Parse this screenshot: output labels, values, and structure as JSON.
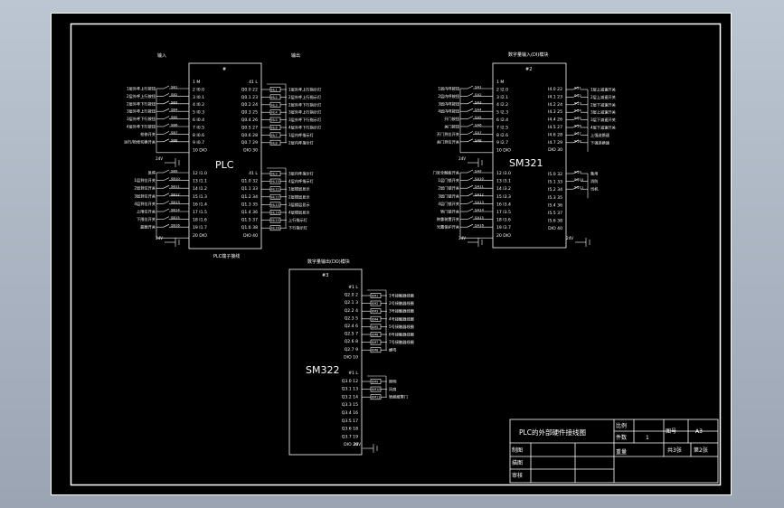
{
  "plc": {
    "header_left": "输入",
    "header_right": "输出",
    "module_id": "#",
    "name": "PLC",
    "footer": "PLC端子接线",
    "left_pins": [
      "1 M",
      "2 I0.0",
      "3 I0.1",
      "4 I0.2",
      "5 I0.3",
      "6 I0.4",
      "7 I0.5",
      "8 I0.6",
      "9 I0.7",
      "10 DIO",
      "12 I1.0",
      "13 I1.1",
      "14 I1.2",
      "15 I1.3",
      "16 I1.4",
      "17 I1.5",
      "18 I1.6",
      "19 I1.7",
      "20 DIO"
    ],
    "right_pins": [
      "41 L",
      "Q0.0 22",
      "Q0.1 23",
      "Q0.2 24",
      "Q0.3 25",
      "Q0.4 26",
      "Q0.5 27",
      "Q0.6 28",
      "Q0.7 29",
      "DIO 30",
      "41 L",
      "Q1.0 32",
      "Q1.1 33",
      "Q1.2 34",
      "Q1.3 35",
      "Q1.4 36",
      "Q1.5 37",
      "Q1.6 38",
      "DIO 40"
    ],
    "inputs_top": [
      "SB1",
      "SB2",
      "SB3",
      "SB4",
      "SB5",
      "SB6",
      "SB7",
      "SB8"
    ],
    "inputs_bottom": [
      "SB9",
      "SB10",
      "SB11",
      "SB12",
      "SB13",
      "SB14",
      "SB15",
      "SB16"
    ],
    "input_labels_top": [
      "1层外呼上行按钮",
      "2层外呼上行按钮",
      "2层外呼下行按钮",
      "3层外呼上行按钮",
      "3层外呼下行按钮",
      "4层外呼下行按钮",
      "检修开关",
      "运行/检修切换开关"
    ],
    "input_labels_bottom": [
      "急停",
      "1层到位开关",
      "2层到位开关",
      "3层到位开关",
      "4层到位开关",
      "上限位开关",
      "下限位开关",
      "超载开关"
    ],
    "outputs_top": [
      "HL1",
      "HL2",
      "HL3",
      "HL4",
      "HL5",
      "HL6",
      "HL7",
      "HL8"
    ],
    "outputs_bottom": [
      "HL9",
      "HL10",
      "HL11",
      "HL12",
      "HL13",
      "HL14",
      "HL15",
      "HL16"
    ],
    "output_labels_top": [
      "1层外呼上行指示灯",
      "2层外呼上行指示灯",
      "2层外呼下行指示灯",
      "3层外呼上行指示灯",
      "3层外呼下行指示灯",
      "4层外呼下行指示灯",
      "1层内呼指示灯",
      "2层内呼指示灯"
    ],
    "output_labels_bottom": [
      "3层内呼指示灯",
      "4层内呼指示灯",
      "1层楼层显示",
      "2层楼层显示",
      "3层楼层显示",
      "4层楼层显示",
      "上行指示灯",
      "下行指示灯"
    ],
    "power": "24V"
  },
  "sm321": {
    "header": "数字量输入(DI)模块",
    "module_id": "#2",
    "name": "SM321",
    "left_pins": [
      "1 M",
      "2 I2.0",
      "3 I2.1",
      "4 I2.2",
      "5 I2.3",
      "6 I2.4",
      "7 I2.5",
      "8 I2.6",
      "9 I2.7",
      "10 DIO",
      "12 I3.0",
      "13 I3.1",
      "14 I3.2",
      "15 I3.3",
      "16 I3.4",
      "17 I3.5",
      "18 I3.6",
      "19 I3.7",
      "20 DIO"
    ],
    "right_pins": [
      "I4.0 22",
      "I4.1 23",
      "I4.2 24",
      "I4.3 25",
      "I4.4 26",
      "I4.5 27",
      "I4.6 28",
      "I4.7 29",
      "DIO 30",
      "I5.0 32",
      "I5.1 33",
      "I5.2 34",
      "I5.3 35",
      "I5.4 36",
      "I5.5 37",
      "I5.6 38",
      "DIO 40"
    ],
    "left_inputs_top": [
      "SA1",
      "SA2",
      "SA3",
      "SA4",
      "SA5",
      "SA6",
      "SA7",
      "SA8"
    ],
    "left_inputs_bottom": [
      "SA9",
      "SA10",
      "SA11",
      "SA12",
      "SA13",
      "SA14",
      "SA15",
      "SA16"
    ],
    "left_labels_top": [
      "1层内呼按钮",
      "2层内呼按钮",
      "3层内呼按钮",
      "4层内呼按钮",
      "开门按钮",
      "关门按钮",
      "开门到位开关",
      "关门到位开关"
    ],
    "left_labels_bottom": [
      "门安全触板开关",
      "1层门锁开关",
      "2层门锁开关",
      "3层门锁开关",
      "4层门锁开关",
      "轿门锁开关",
      "称重装置开关",
      "光幕保护开关"
    ],
    "right_inputs_top": [
      "SQ1",
      "SQ2",
      "SQ3",
      "SQ4",
      "SQ5",
      "SQ6",
      "SQ7",
      "SQ8"
    ],
    "right_inputs_bottom": [
      "SQ9",
      "SQ10",
      "SQ11"
    ],
    "right_labels_top": [
      "1层上减速开关",
      "2层上减速开关",
      "2层下减速开关",
      "3层上减速开关",
      "3层下减速开关",
      "4层下减速开关",
      "上强迫换速",
      "下强迫换速"
    ],
    "right_labels_bottom": [
      "备用",
      "消防",
      "司机"
    ],
    "power": "24V"
  },
  "sm322": {
    "header": "数字量输出(DO)模块",
    "module_id": "#3",
    "name": "SM322",
    "pins_top": [
      "#1 L",
      "Q2.0 2",
      "Q2.1 3",
      "Q2.2 4",
      "Q2.3 5",
      "Q2.4 6",
      "Q2.5 7",
      "Q2.6 8",
      "Q2.7 9",
      "DIO 10"
    ],
    "pins_bottom": [
      "#1 L",
      "Q3.0 12",
      "Q3.1 13",
      "Q3.2 14",
      "Q3.3 15",
      "Q3.4 16",
      "Q3.5 17",
      "Q3.6 18",
      "Q3.7 19",
      "DIO 20"
    ],
    "relays_top": [
      "KM1",
      "KM2",
      "KM3",
      "KM4",
      "KM5",
      "KM6",
      "KM7",
      "KM8"
    ],
    "relays_bottom": [
      "KM9",
      "KM10",
      "KM11"
    ],
    "labels_top": [
      "1号接触器线圈",
      "2号接触器线圈",
      "3号接触器线圈",
      "4号接触器线圈",
      "5号接触器线圈",
      "6号接触器线圈",
      "7号接触器线圈",
      "蜂鸣"
    ],
    "labels_bottom": [
      "照明",
      "风扇",
      "轿厢报警门"
    ],
    "power": "24V"
  },
  "title_block": {
    "title": "PLC的外部硬件接线图",
    "ratio_label": "比例",
    "qty_label": "件数",
    "qty_value": "1",
    "drawing_no_label": "图号",
    "drawing_no_value": "A3",
    "drawn_label": "制图",
    "weight_label": "重量",
    "sheets": "共3张",
    "sheet": "第2张",
    "trace_label": "描图",
    "review_label": "审核"
  }
}
